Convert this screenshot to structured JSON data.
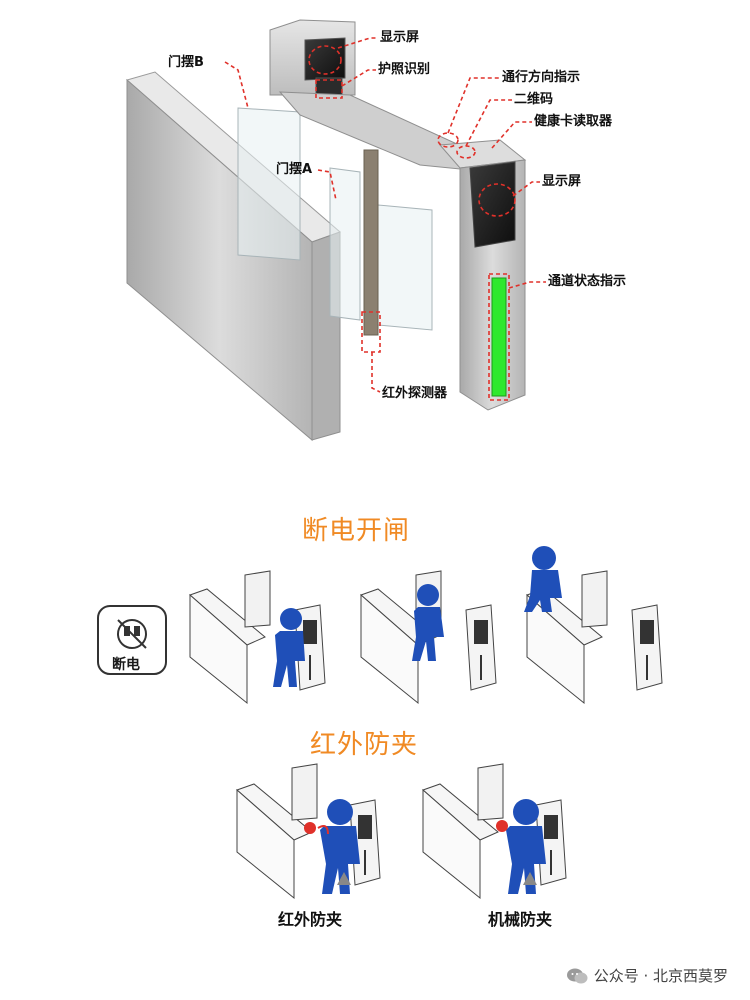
{
  "main_diagram": {
    "labels": {
      "display_top": "显示屏",
      "passport": "护照识别",
      "gate_b": "门摆B",
      "gate_a": "门摆A",
      "direction": "通行方向指示",
      "qrcode": "二维码",
      "health_card": "健康卡读取器",
      "display_side": "显示屏",
      "status": "通道状态指示",
      "infrared": "红外探测器"
    },
    "colors": {
      "callout": "#e0312a",
      "status_led": "#2ee82e",
      "body": "#c9c9c9"
    }
  },
  "section_power": {
    "title": "断电开闸",
    "plug_label": "断电"
  },
  "section_infrared": {
    "title": "红外防夹",
    "caption_left": "红外防夹",
    "caption_right": "机械防夹"
  },
  "footer": {
    "text": "公众号 · 北京西莫罗",
    "icon": "wechat-icon"
  },
  "accent_colors": {
    "title": "#f08a24",
    "person": "#1f4fb8"
  }
}
